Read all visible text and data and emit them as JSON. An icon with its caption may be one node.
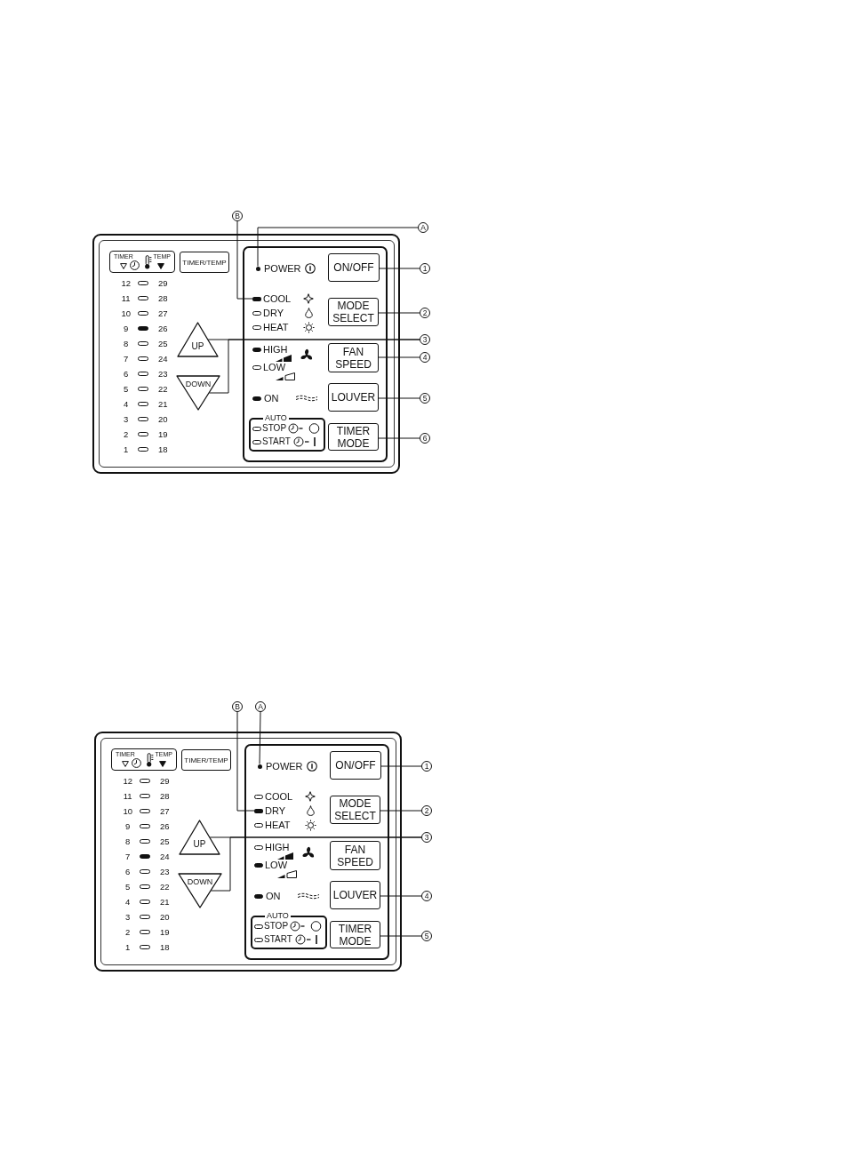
{
  "diagram": {
    "nodes": [
      {
        "text": [
          "B"
        ]
      },
      {
        "text": [
          "A"
        ]
      },
      {
        "text": [
          "TIMER",
          "TEMP"
        ]
      },
      {
        "text": [
          "TIMER/TEMP"
        ]
      },
      {
        "text": [],
        "shape": "circle"
      },
      {
        "text": [
          "ON/OFF"
        ]
      },
      {
        "text": [
          "1"
        ]
      },
      {
        "text": [],
        "shape": "bar"
      },
      {
        "text": [
          "MODE SELECT"
        ]
      },
      {
        "text": [
          "2"
        ]
      },
      {
        "text": [
          "UP"
        ]
      },
      {
        "text": [
          "3"
        ]
      },
      {
        "text": [
          "FAN SPEED"
        ]
      },
      {
        "text": [
          "4"
        ]
      },
      {
        "text": [
          "DOWN"
        ]
      },
      {
        "text": [
          "LOUVER"
        ]
      },
      {
        "text": [
          "5"
        ]
      },
      {
        "text": [
          "AUTO",
          "STOP",
          "START"
        ]
      },
      {
        "text": [
          "TIMER MODE"
        ]
      },
      {
        "text": [
          "6"
        ]
      },
      {
        "text": [
          "B"
        ]
      },
      {
        "text": [
          "A"
        ]
      },
      {
        "text": [
          "TIMER",
          "TEMP"
        ]
      },
      {
        "text": [
          "TIMER/TEMP"
        ]
      },
      {
        "text": [],
        "shape": "circle"
      },
      {
        "text": [
          "ON/OFF"
        ]
      },
      {
        "text": [
          "1"
        ]
      },
      {
        "text": [],
        "shape": "bar"
      },
      {
        "text": [
          "MODE SELECT"
        ]
      },
      {
        "text": [
          "2"
        ]
      },
      {
        "text": [
          "UP"
        ]
      },
      {
        "text": [
          "3"
        ]
      },
      {
        "text": [
          "FAN SPEED"
        ]
      },
      {
        "text": [
          "DOWN"
        ]
      },
      {
        "text": [
          "LOUVER"
        ]
      },
      {
        "text": [
          "4"
        ]
      },
      {
        "text": [
          "AUTO",
          "STOP",
          "START"
        ]
      },
      {
        "text": [
          "TIMER MODE"
        ]
      },
      {
        "text": [
          "5"
        ]
      }
    ],
    "edges": [
      {
        "from": 0,
        "to": 7,
        "arrow": "none"
      },
      {
        "from": 1,
        "to": 4,
        "arrow": "none"
      },
      {
        "from": 6,
        "to": 5,
        "arrow": "none"
      },
      {
        "from": 9,
        "to": 8,
        "arrow": "none"
      },
      {
        "from": 11,
        "to": 10,
        "arrow": "none"
      },
      {
        "from": 11,
        "to": 14,
        "arrow": "none"
      },
      {
        "from": 13,
        "to": 12,
        "arrow": "none"
      },
      {
        "from": 16,
        "to": 15,
        "arrow": "none"
      },
      {
        "from": 19,
        "to": 18,
        "arrow": "none"
      },
      {
        "from": 20,
        "to": 27,
        "arrow": "none"
      },
      {
        "from": 21,
        "to": 24,
        "arrow": "none"
      },
      {
        "from": 26,
        "to": 25,
        "arrow": "none"
      },
      {
        "from": 29,
        "to": 28,
        "arrow": "none"
      },
      {
        "from": 31,
        "to": 30,
        "arrow": "none"
      },
      {
        "from": 31,
        "to": 33,
        "arrow": "none"
      },
      {
        "from": 35,
        "to": 34,
        "arrow": "none"
      },
      {
        "from": 38,
        "to": 37,
        "arrow": "none"
      }
    ],
    "labels": [
      "12",
      "29",
      "11",
      "28",
      "10",
      "27",
      "9",
      "26",
      "8",
      "25",
      "7",
      "24",
      "6",
      "23",
      "5",
      "22",
      "4",
      "21",
      "3",
      "20",
      "2",
      "19",
      "1",
      "18",
      "POWER",
      "COOL",
      "DRY",
      "HEAT",
      "HIGH",
      "LOW",
      "ON",
      "12",
      "29",
      "11",
      "28",
      "10",
      "27",
      "9",
      "26",
      "8",
      "25",
      "7",
      "24",
      "6",
      "23",
      "5",
      "22",
      "4",
      "21",
      "3",
      "20",
      "2",
      "19",
      "1",
      "18",
      "POWER",
      "COOL",
      "DRY",
      "HEAT",
      "HIGH",
      "LOW",
      "ON"
    ]
  }
}
